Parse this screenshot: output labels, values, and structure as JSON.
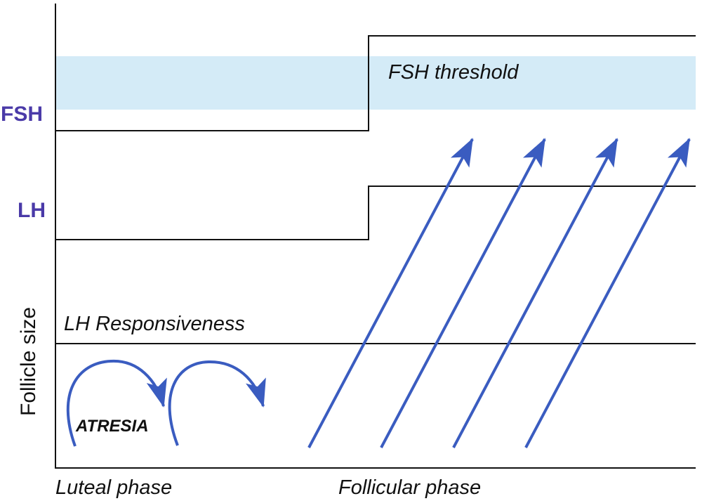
{
  "labels": {
    "fsh": "FSH",
    "lh": "LH",
    "follicle_size": "Follicle size",
    "fsh_threshold": "FSH threshold",
    "lh_responsiveness": "LH Responsiveness",
    "atresia": "ATRESIA",
    "luteal_phase": "Luteal phase",
    "follicular_phase": "Follicular phase"
  },
  "colors": {
    "hormone_label": "#4a3aa8",
    "threshold_band": "#d4ebf7",
    "arrow": "#3a5cc0",
    "line": "#111111"
  }
}
